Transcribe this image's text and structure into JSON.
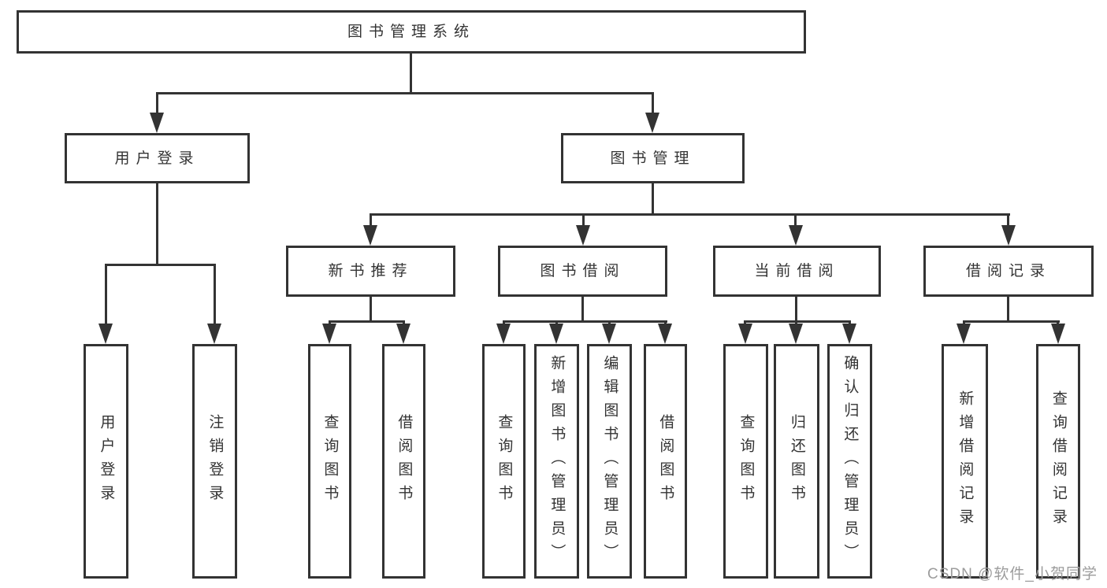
{
  "diagram_type": "hierarchy-tree",
  "colors": {
    "line": "#333333",
    "box_border": "#333333",
    "text": "#333333",
    "background": "#ffffff",
    "watermark": "#9c9c9c"
  },
  "tree": {
    "label": "图书管理系统",
    "children": [
      {
        "label": "用户登录",
        "children": [
          {
            "label": "用户登录"
          },
          {
            "label": "注销登录"
          }
        ]
      },
      {
        "label": "图书管理",
        "children": [
          {
            "label": "新书推荐",
            "children": [
              {
                "label": "查询图书"
              },
              {
                "label": "借阅图书"
              }
            ]
          },
          {
            "label": "图书借阅",
            "children": [
              {
                "label": "查询图书"
              },
              {
                "label": "新增图书（管理员）"
              },
              {
                "label": "编辑图书（管理员）"
              },
              {
                "label": "借阅图书"
              }
            ]
          },
          {
            "label": "当前借阅",
            "children": [
              {
                "label": "查询图书"
              },
              {
                "label": "归还图书"
              },
              {
                "label": "确认归还（管理员）"
              }
            ]
          },
          {
            "label": "借阅记录",
            "children": [
              {
                "label": "新增借阅记录"
              },
              {
                "label": "查询借阅记录"
              }
            ]
          }
        ]
      }
    ]
  },
  "watermark": {
    "text": "CSDN @软件_小贺同学"
  }
}
